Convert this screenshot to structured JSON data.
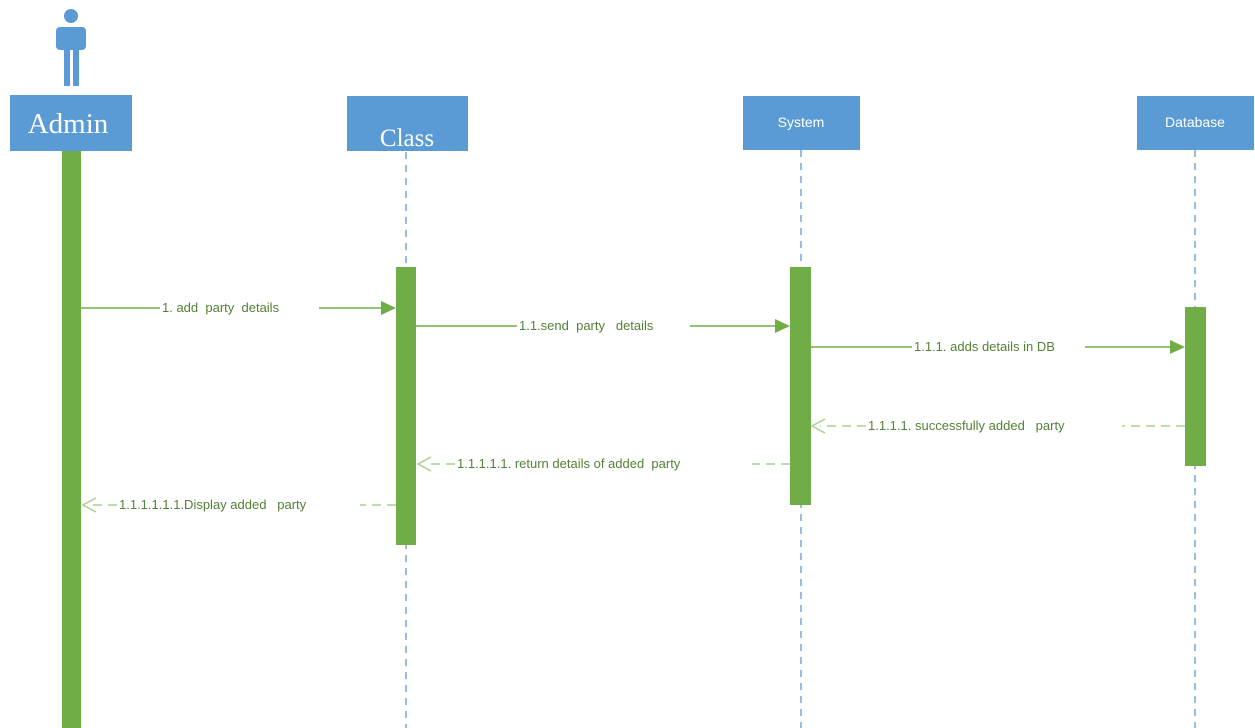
{
  "colors": {
    "header_fill": "#5b9bd5",
    "header_text": "#ffffff",
    "lifeline": "#5b9bd5",
    "activation": "#70ad47",
    "message": "#70ad47",
    "label_text": "#538135"
  },
  "actor": {
    "icon": "stick-figure-icon"
  },
  "participants": [
    {
      "id": "admin",
      "label": "Admin"
    },
    {
      "id": "class",
      "label": "Class"
    },
    {
      "id": "system",
      "label": "System"
    },
    {
      "id": "database",
      "label": "Database"
    }
  ],
  "messages": [
    {
      "id": "m1",
      "label": "1. add  party  details",
      "type": "sync"
    },
    {
      "id": "m2",
      "label": "1.1.send  party   details",
      "type": "sync"
    },
    {
      "id": "m3",
      "label": "1.1.1. adds details in DB",
      "type": "sync"
    },
    {
      "id": "m4",
      "label": "1.1.1.1. successfully added   party",
      "type": "return"
    },
    {
      "id": "m5",
      "label": "1.1.1.1.1. return details of added  party",
      "type": "return"
    },
    {
      "id": "m6",
      "label": "1.1.1.1.1.1.Display added   party",
      "type": "return"
    }
  ]
}
